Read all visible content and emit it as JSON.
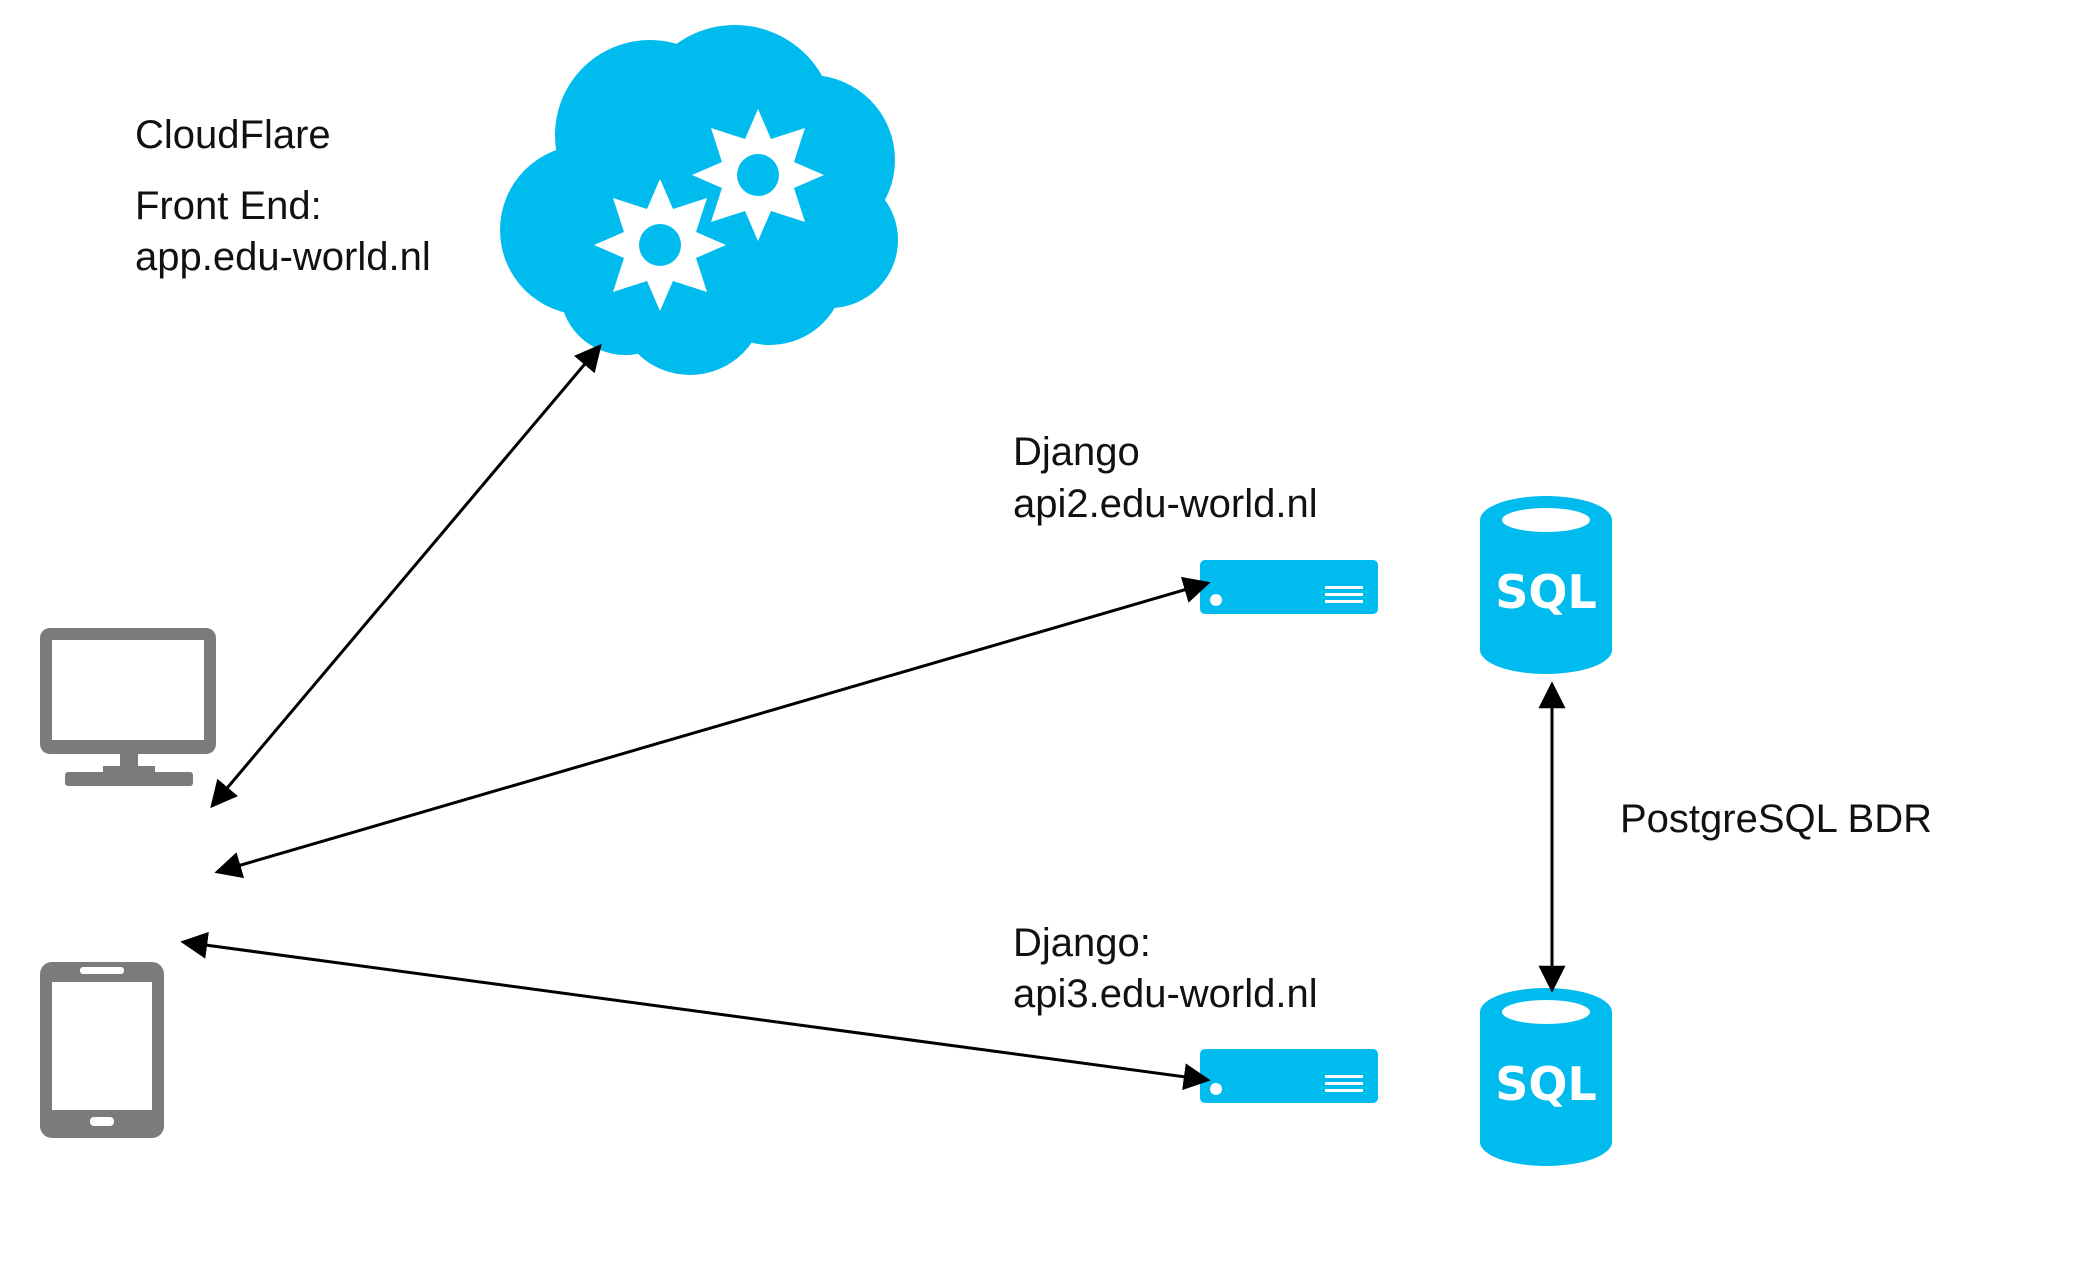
{
  "colors": {
    "accent": "#00bbee",
    "device": "#7b7b7b",
    "edge": "#000000",
    "background": "#ffffff"
  },
  "nodes": {
    "cloudflare": {
      "icon": "cloud-gears-icon",
      "label_title": "CloudFlare",
      "label_role": "Front End:",
      "label_host": "app.edu-world.nl"
    },
    "django_api2": {
      "icon": "server-icon",
      "label_title": "Django",
      "label_host": "api2.edu-world.nl"
    },
    "django_api3": {
      "icon": "server-icon",
      "label_title": "Django:",
      "label_host": "api3.edu-world.nl"
    },
    "db_top": {
      "icon": "database-icon",
      "text": "SQL"
    },
    "db_bottom": {
      "icon": "database-icon",
      "text": "SQL"
    },
    "desktop": {
      "icon": "monitor-icon"
    },
    "mobile": {
      "icon": "tablet-icon"
    }
  },
  "replication": {
    "label": "PostgreSQL BDR"
  },
  "edges": [
    {
      "from": "client",
      "to": "cloudflare",
      "bidirectional": true
    },
    {
      "from": "client",
      "to": "django_api2",
      "bidirectional": true
    },
    {
      "from": "client",
      "to": "django_api3",
      "bidirectional": true
    },
    {
      "from": "db_top",
      "to": "db_bottom",
      "bidirectional": true
    }
  ]
}
